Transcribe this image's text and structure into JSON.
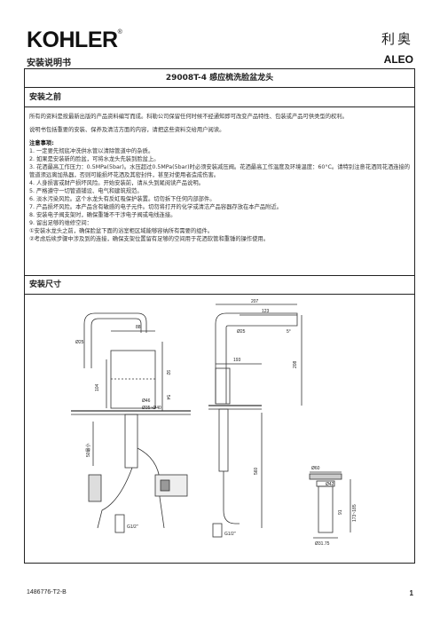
{
  "header": {
    "logo": "KOHLER",
    "logo_mark": "®",
    "doc_type": "安装说明书",
    "brand_cn": "利奥",
    "brand_en": "ALEO"
  },
  "product_title": "29008T-4    感应梳洗脸盆龙头",
  "section_before": {
    "title": "安装之前",
    "p1": "所有的资料是按最新出版的产品资料编写而成。科勒公司保留任何时候不经通知即可改变产品特性、包装或产品可供类型的权利。",
    "p2": "说明书包括重要的安装、保养及清洁方面的内容，请把这些资料交给用户阅读。",
    "notice_title": "注意事项:",
    "items": [
      "1. 一定要先彻底冲洗供水管以清除管道中的杂质。",
      "2. 如果是安装新的脸盆，可将水龙头先装到脸盆上。",
      "3. 花洒最高工作压力：0.5MPa(5bar)。水压超过0.5MPa(5bar)时必须安装减压阀。花洒最高工作温度及环境温度：60°C。请特别注意花洒同花洒连接的管道须远离加热器，否则可能损坏花洒及其密封件，甚至对使用者造成伤害。",
      "4. 人身损害或财产损坏风险。开始安装前，请从头到尾阅读产品说明。",
      "5. 严格遵守一切管道铺设、电气和建筑规范。",
      "6. 淡水污染风险。这个水龙头有反虹吸保护装置。切勿拆下任何内部部件。",
      "7. 产品损坏风险。本产品含有敏感的电子元件。切勿将打开的化学或清洁产品容器存放在本产品附近。",
      "8. 安装电子阀支架时，确保重锤不干涉电子阀或电线连接。",
      "9. 留出足够的维修空间：",
      "①安装水龙头之前，确保脸盆下面的浴室柜区域能够容纳所有需要的组件。",
      "②考虑后续步骤中涉及到的连接，确保支架位置留有足够的空间用于花洒软管和重锤的操作使用。"
    ]
  },
  "section_dims": {
    "title": "安装尺寸",
    "left": {
      "d88": "88",
      "d25": "Ø25",
      "d104": "104",
      "d92": "92",
      "d54": "54",
      "d46": "Ø46",
      "d35_40": "Ø35~Ø40",
      "d50": "50最小",
      "g12": "G1/2\""
    },
    "right": {
      "d207": "207",
      "d123": "123",
      "d25": "Ø25",
      "d5": "5°",
      "d193": "193",
      "d208": "208",
      "d560": "560",
      "g12": "G1/2\""
    },
    "drain": {
      "d60": "Ø60",
      "d42": "Ø42",
      "d91": "91",
      "d173": "173~185",
      "d31": "Ø31.75"
    }
  },
  "footer": {
    "code": "1486776-T2-B",
    "page": "1"
  }
}
